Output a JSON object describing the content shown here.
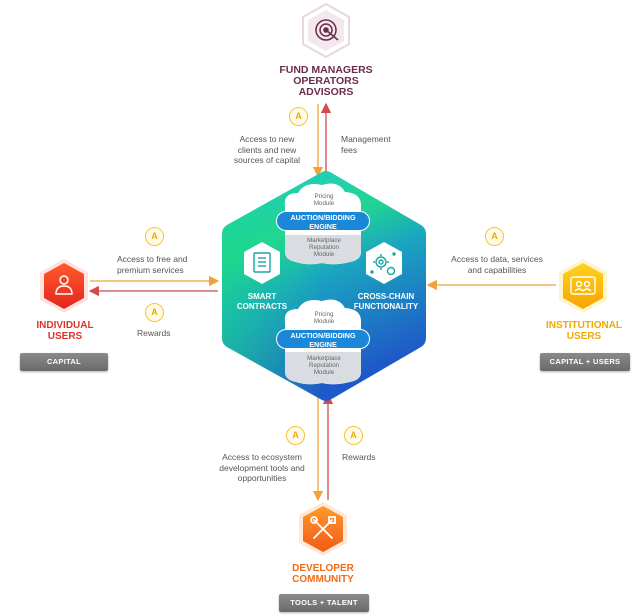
{
  "roles": {
    "fund_managers": {
      "lines": [
        "FUND MANAGERS",
        "OPERATORS",
        "ADVISORS"
      ],
      "color": "#6b2d4a"
    },
    "individual_users": {
      "lines": [
        "INDIVIDUAL",
        "USERS"
      ],
      "color": "#e0322b",
      "tag": "CAPITAL"
    },
    "institutional_users": {
      "lines": [
        "INSTITUTIONAL",
        "USERS"
      ],
      "color": "#f2a900",
      "tag": "CAPITAL + USERS"
    },
    "developer_community": {
      "lines": [
        "DEVELOPER",
        "COMMUNITY"
      ],
      "color": "#f06a1a",
      "tag": "TOOLS + TALENT"
    }
  },
  "flows": {
    "top_access": [
      "Access to new",
      "clients and new",
      "sources of capital"
    ],
    "top_fees": [
      "Management",
      "fees"
    ],
    "left_access": [
      "Access to free and",
      "premium services"
    ],
    "left_rewards": "Rewards",
    "right_access": [
      "Access to data, services",
      "and capabilities"
    ],
    "bottom_access": [
      "Access to ecosystem",
      "development tools and",
      "opportunities"
    ],
    "bottom_rewards": "Rewards"
  },
  "coin_letter": "A",
  "center": {
    "pricing_module": [
      "Pricing",
      "Module"
    ],
    "engine": [
      "AUCTION/BIDDING",
      "ENGINE"
    ],
    "marketplace_module": [
      "Marketplace",
      "Reputation",
      "Module"
    ],
    "smart_contracts": [
      "SMART",
      "CONTRACTS"
    ],
    "cross_chain": [
      "CROSS-CHAIN",
      "FUNCTIONALITY"
    ]
  },
  "colors": {
    "hex_top": "#22c6d6",
    "hex_left": "#17d38c",
    "hex_bottom": "#1f58c8",
    "arrow_out": "#d24a4a",
    "arrow_in": "#f2a236",
    "engine_blue": "#1b87d9"
  }
}
